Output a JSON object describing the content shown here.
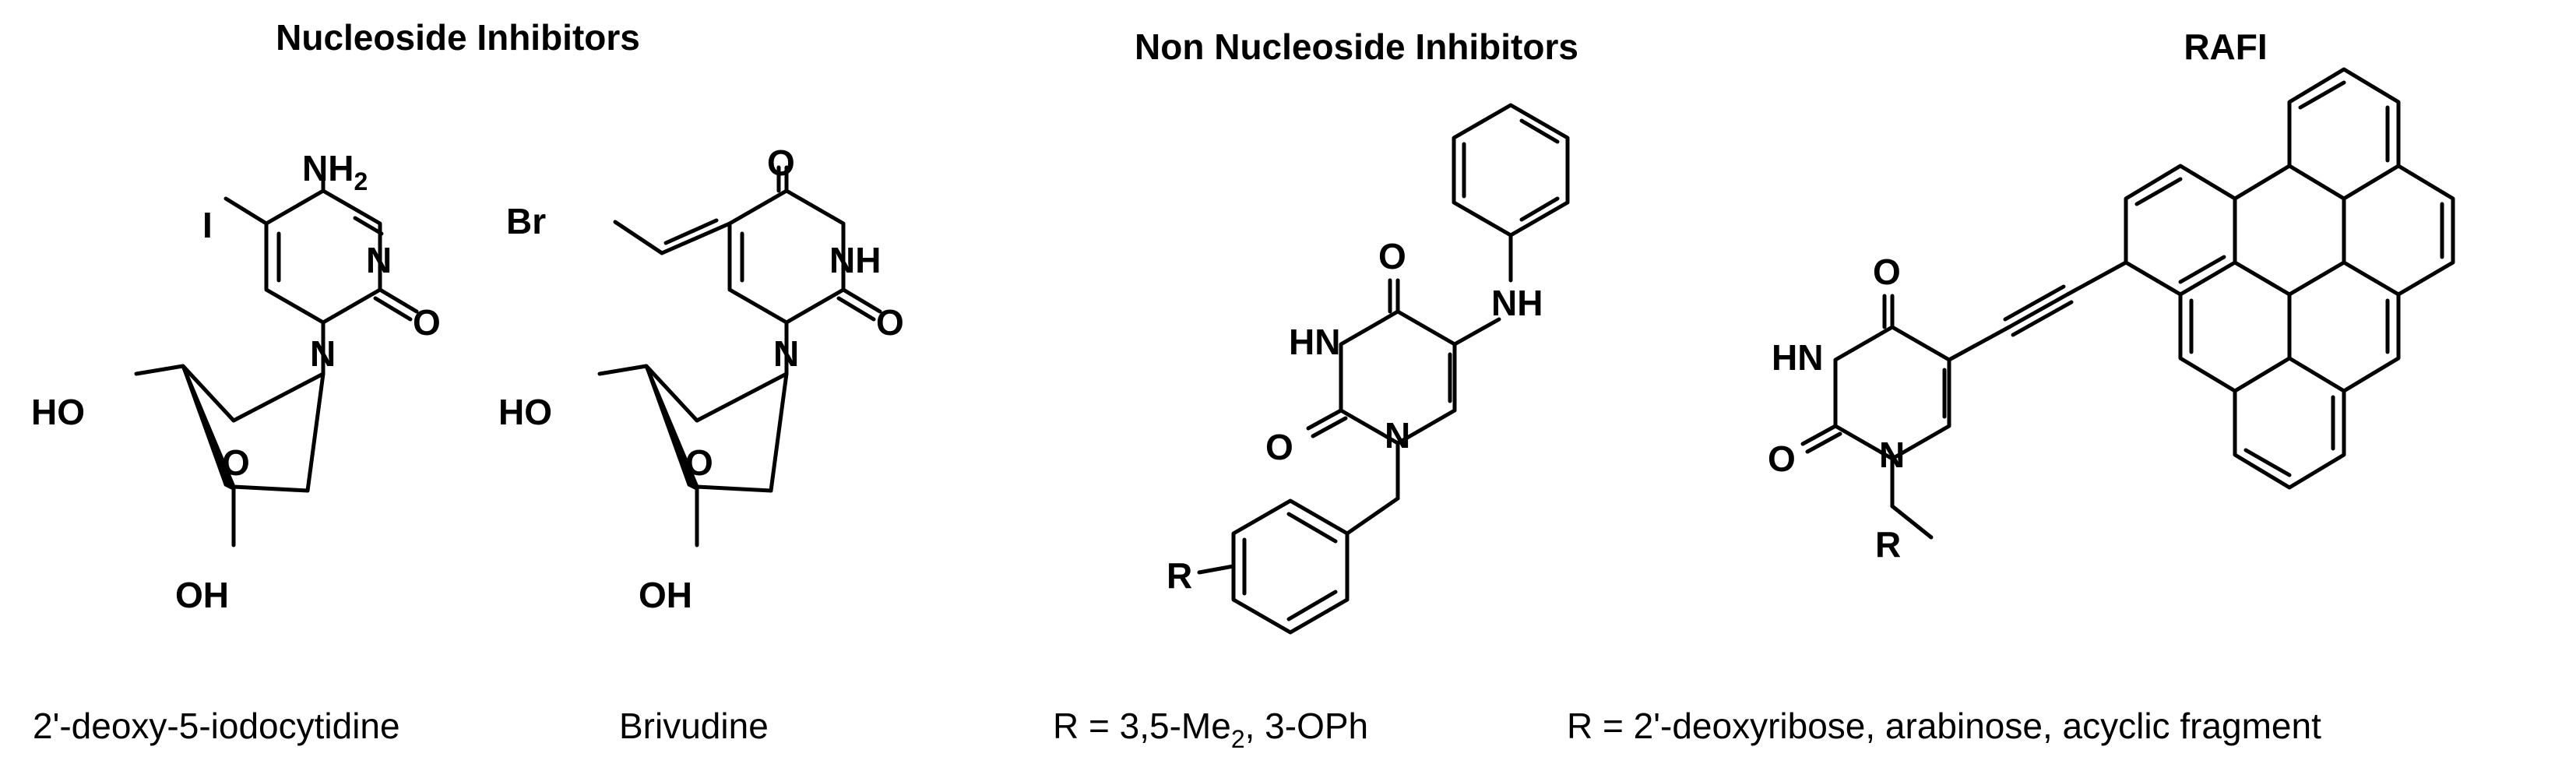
{
  "sections": {
    "nucleoside_title": "Nucleoside Inhibitors",
    "non_nucleoside_title": "Non Nucleoside Inhibitors",
    "rafi_title": "RAFI"
  },
  "captions": {
    "idc": "2'-deoxy-5-iodocytidine",
    "brivudine": "Brivudine",
    "nni_r_prefix": "R = 3,5-Me",
    "nni_r_sub": "2",
    "nni_r_suffix": ", 3-OPh",
    "rafi_r": "R = 2'-deoxyribose, arabinose, acyclic fragment"
  },
  "atoms": {
    "nh2_main": "NH",
    "nh2_sub": "2",
    "iodine": "I",
    "n": "N",
    "o": "O",
    "ho": "HO",
    "oh": "OH",
    "br": "Br",
    "nh": "NH",
    "hn": "HN",
    "r": "R"
  }
}
